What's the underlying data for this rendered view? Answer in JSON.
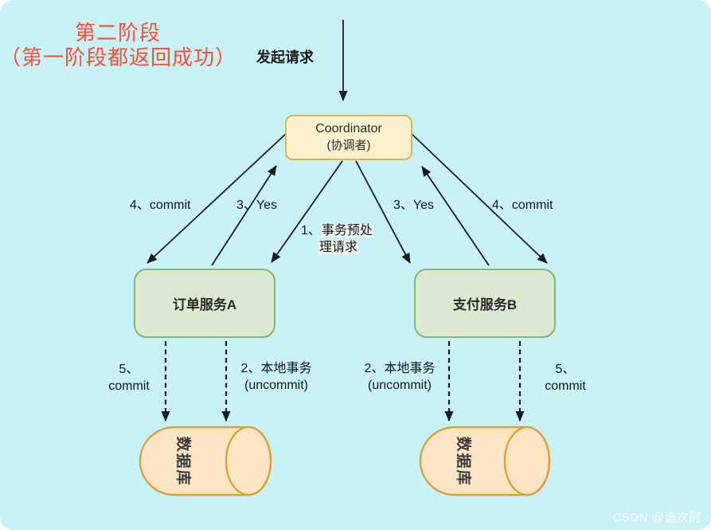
{
  "annotation": {
    "line1": "第二阶段",
    "line2": "（第一阶段都返回成功）"
  },
  "request_label": "发起请求",
  "nodes": {
    "coordinator": {
      "title": "Coordinator",
      "subtitle": "(协调者)"
    },
    "service_a": {
      "label": "订单服务A"
    },
    "service_b": {
      "label": "支付服务B"
    },
    "database_a": {
      "label": "数据库"
    },
    "database_b": {
      "label": "数据库"
    }
  },
  "edge_labels": {
    "commit_left": "4、commit",
    "yes_left": "3、Yes",
    "prepare_prefix": "1、",
    "prepare_line1": "事务预处",
    "prepare_line2": "理请求",
    "yes_right": "3、Yes",
    "commit_right": "4、commit",
    "commit5_left_line1": "5、",
    "commit5_left_line2": "commit",
    "local_tx_left_line1": "2、本地事务",
    "local_tx_left_line2": "(uncommit)",
    "local_tx_right_line1": "2、本地事务",
    "local_tx_right_line2": "(uncommit)",
    "commit5_right_line1": "5、",
    "commit5_right_line2": "commit"
  },
  "watermark": "CSDN @造次阿",
  "colors": {
    "background": "#c9f2f6",
    "annotation_red": "#fb4f38",
    "coordinator_fill": "#fbf1cf",
    "coordinator_border": "#d6b656",
    "service_fill": "#dbe9d3",
    "service_border": "#87b66b",
    "database_fill": "#fce5c5",
    "database_border": "#d9a23a",
    "arrow": "#1c1c1c"
  }
}
